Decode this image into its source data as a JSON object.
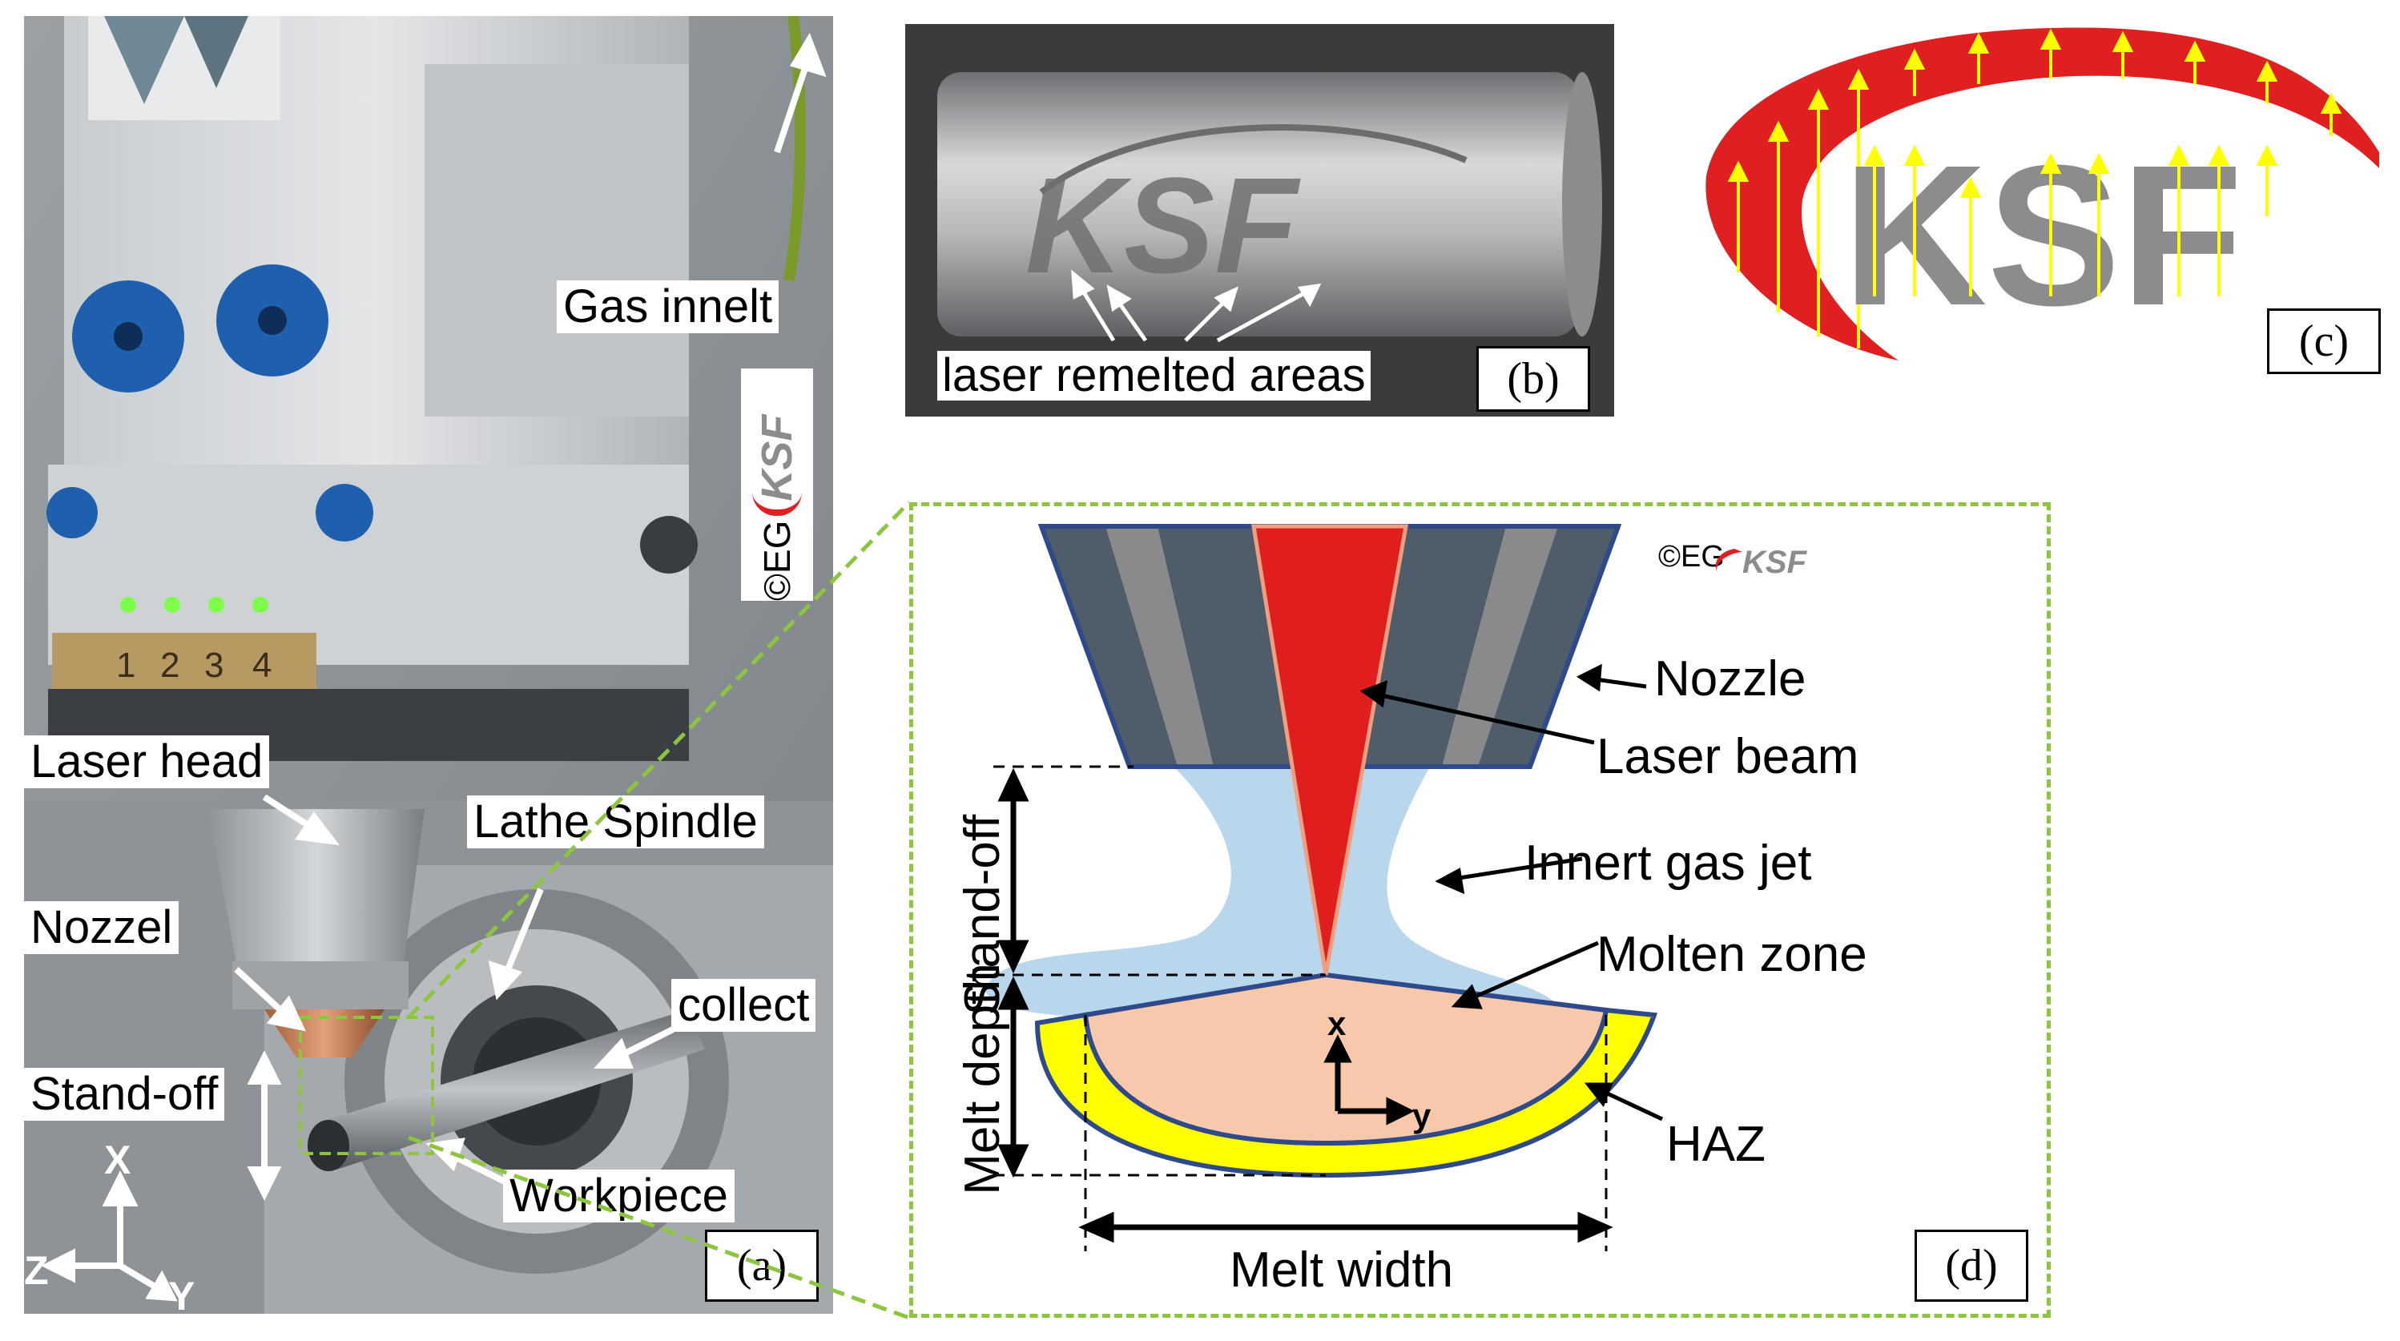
{
  "panel_a": {
    "tag": "(a)",
    "labels": {
      "gas_inlet": "Gas innelt",
      "laser_head": "Laser head",
      "lathe_spindle": "Lathe Spindle",
      "nozzle": "Nozzel",
      "collect": "collect",
      "standoff": "Stand-off",
      "workpiece": "Workpiece"
    },
    "scale_digits": [
      "1",
      "2",
      "3",
      "4"
    ],
    "axes": {
      "x": "X",
      "y": "Y",
      "z": "Z"
    },
    "watermark_copyright": "©EG",
    "watermark_logo": "KSF"
  },
  "panel_b": {
    "tag": "(b)",
    "caption": "laser remelted areas",
    "engraving": "KSF"
  },
  "panel_c": {
    "tag": "(c)",
    "logo": "KSF"
  },
  "panel_d": {
    "tag": "(d)",
    "labels": {
      "nozzle": "Nozzle",
      "laser_beam": "Laser beam",
      "gas_jet": "Innert gas jet",
      "molten_zone": "Molten zone",
      "haz": "HAZ",
      "standoff": "Stand-off",
      "melt_depth": "Melt depth",
      "melt_width": "Melt width"
    },
    "axes": {
      "x": "x",
      "y": "y"
    },
    "watermark_copyright": "©EG",
    "watermark_logo": "KSF"
  },
  "colors": {
    "frame_green": "#8cc63f",
    "beam_red": "#e01e1e",
    "nozzle_dark": "#4f5d6b",
    "nozzle_light": "#8a8a8a",
    "gas_blue": "#b8d6ec",
    "molten": "#f7c9aa",
    "haz": "#ffff00",
    "outline": "#2e4a8a",
    "logo_red": "#e02020",
    "logo_gray": "#8c8c8c",
    "arrow_yellow": "#ffff00"
  }
}
